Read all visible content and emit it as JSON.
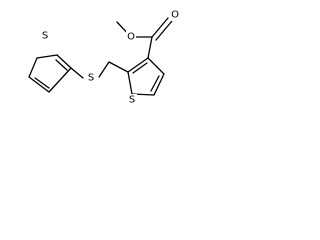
{
  "molecule": {
    "atoms": {
      "o_methoxy": "O",
      "o_carbonyl": "O",
      "s_ring_right": "S",
      "s_thioether": "S",
      "s_ring_left": "S"
    }
  }
}
